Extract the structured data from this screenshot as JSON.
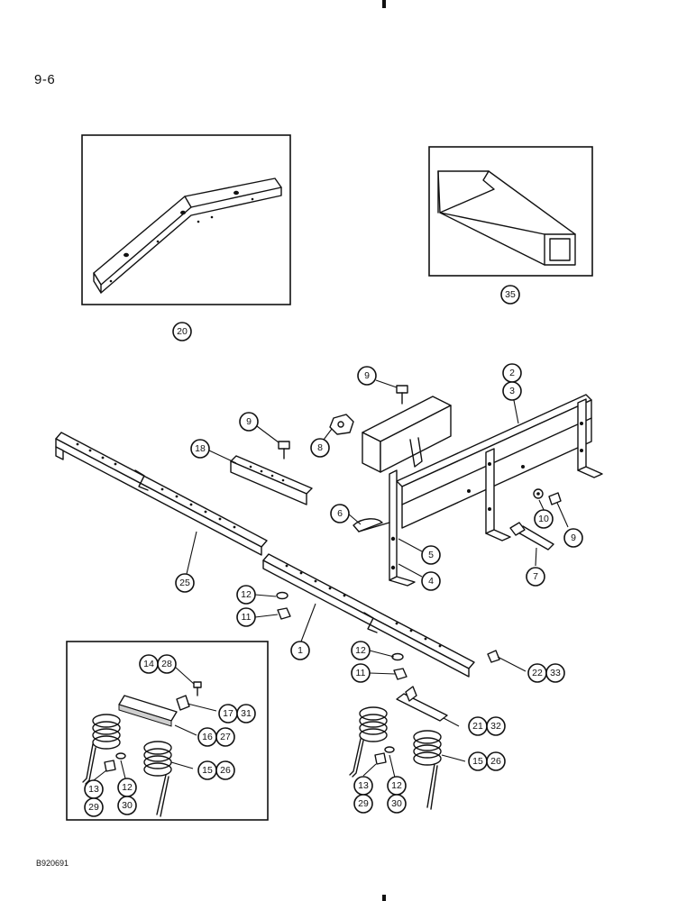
{
  "page": {
    "number": "9-6",
    "figure_code": "B920691"
  },
  "callouts": {
    "c20": "20",
    "c35": "35",
    "c9a": "9",
    "c2": "2",
    "c3": "3",
    "c9b": "9",
    "c8": "8",
    "c18": "18",
    "c6": "6",
    "c5": "5",
    "c4": "4",
    "c10": "10",
    "c9c": "9",
    "c7": "7",
    "c25": "25",
    "c12a": "12",
    "c11a": "11",
    "c1": "1",
    "c12b": "12",
    "c11b": "11",
    "c22": "22",
    "c33": "33",
    "c14": "14",
    "c28": "28",
    "c17": "17",
    "c31": "31",
    "c16": "16",
    "c27": "27",
    "c15a": "15",
    "c26a": "26",
    "c13a": "13",
    "c29a": "29",
    "c12c": "12",
    "c30a": "30",
    "c21": "21",
    "c32": "32",
    "c15b": "15",
    "c26b": "26",
    "c13b": "13",
    "c29b": "29",
    "c12d": "12",
    "c30b": "30"
  },
  "icons": {
    "corner_bracket": "corner-bracket-icon",
    "square_tube": "square-tube-icon",
    "tooth_spring": "coil-spring-tooth-icon"
  }
}
